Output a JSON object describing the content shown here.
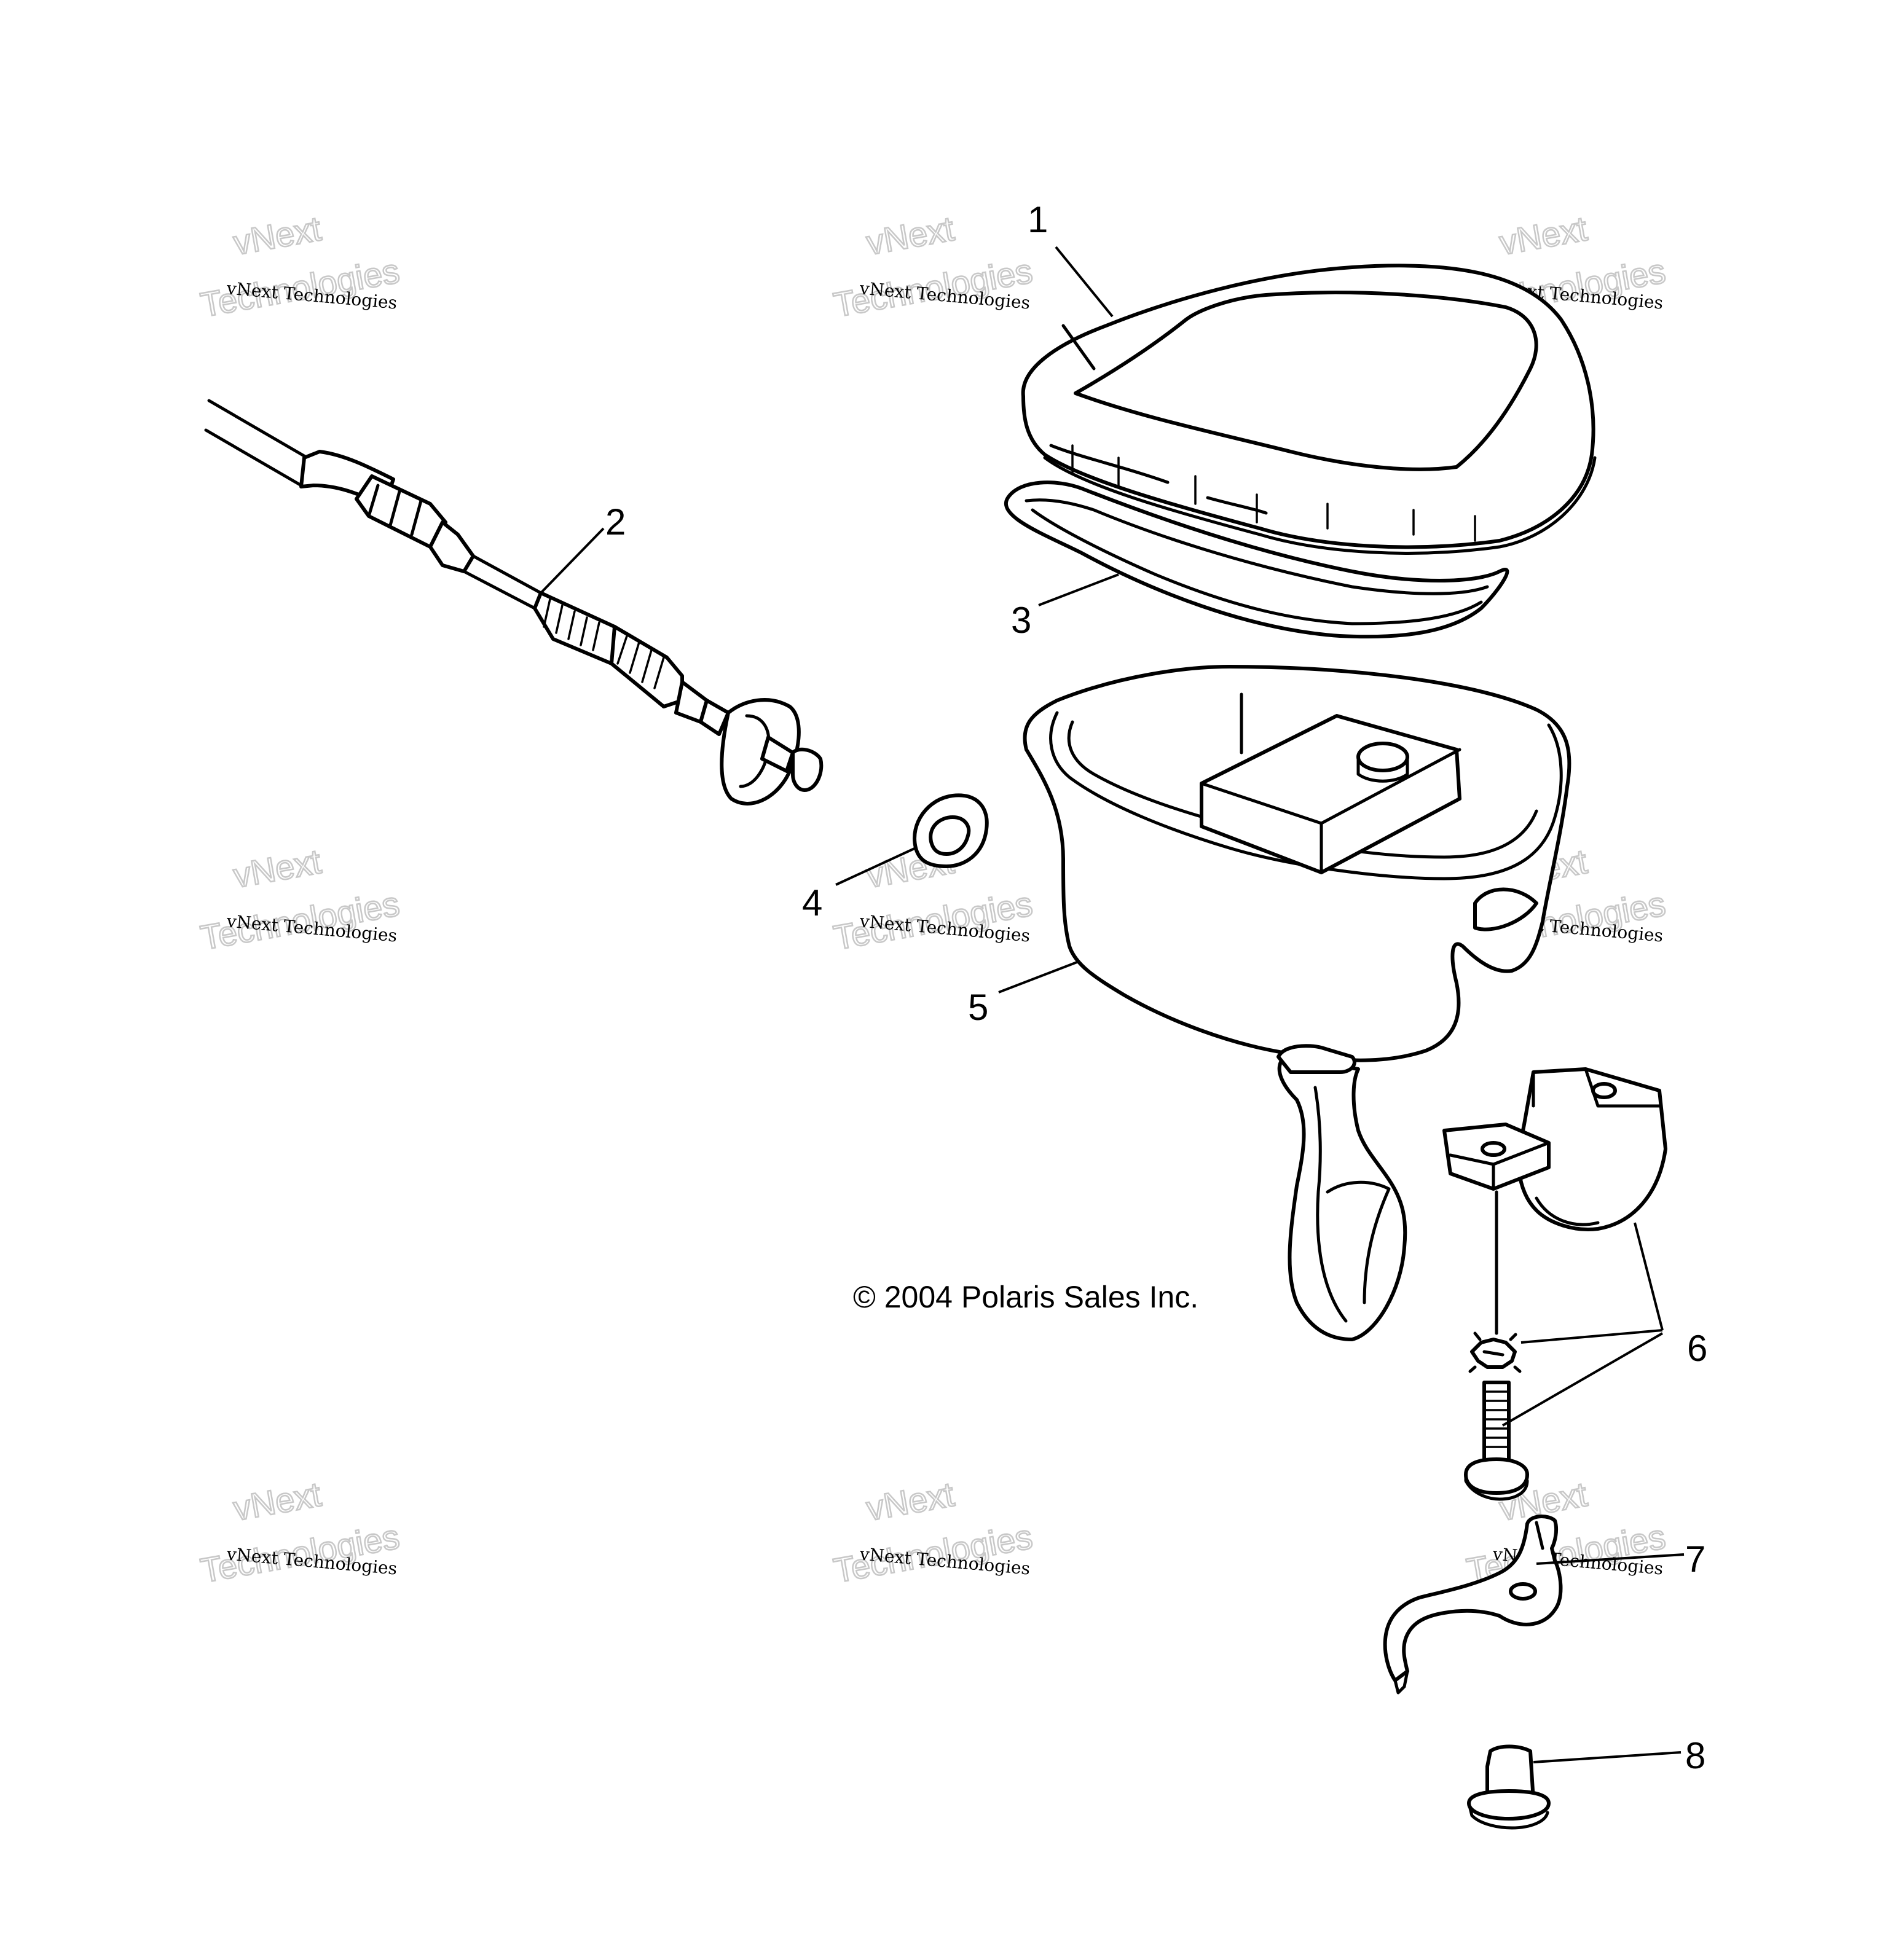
{
  "callouts": [
    "1",
    "2",
    "3",
    "4",
    "5",
    "6",
    "7",
    "8"
  ],
  "copyright": "© 2004 Polaris Sales Inc.",
  "watermark": {
    "small": "vNext Technologies",
    "top": "vNext",
    "bottom": "Technologies"
  }
}
